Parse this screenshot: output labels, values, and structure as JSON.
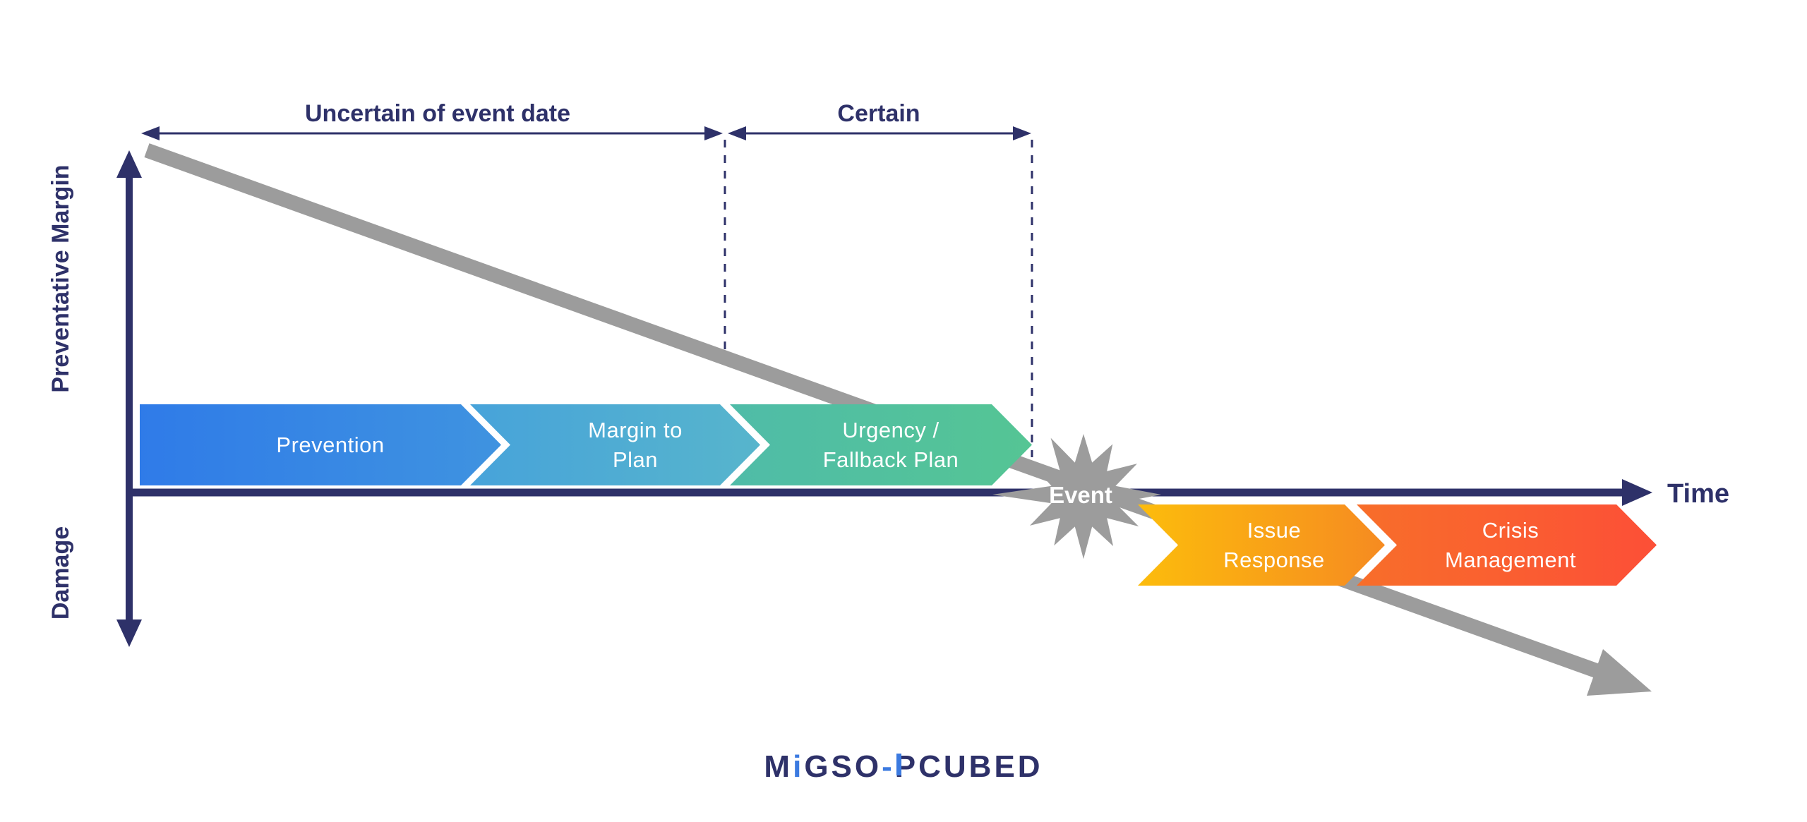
{
  "colors": {
    "navy": "#2E3169",
    "blue_accent": "#3B7AE0",
    "gray": "#9C9C9C",
    "white": "#FFFFFF"
  },
  "axes": {
    "y_axis_top_label": "Preventative Margin",
    "y_axis_bottom_label": "Damage",
    "x_axis_label": "Time"
  },
  "spans": {
    "uncertain_label": "Uncertain of event date",
    "certain_label": "Certain"
  },
  "event": {
    "label": "Event"
  },
  "pre_event_stages": [
    {
      "label": "Prevention",
      "lines": [
        "Prevention",
        ""
      ],
      "color_start": "#2F7BE8",
      "color_end": "#3F93E0"
    },
    {
      "label": "Margin to Plan",
      "lines": [
        "Margin to",
        "Plan"
      ],
      "color_start": "#47A3DA",
      "color_end": "#57B5CC"
    },
    {
      "label": "Urgency / Fallback Plan",
      "lines": [
        "Urgency /",
        "Fallback Plan"
      ],
      "color_start": "#4FBCA8",
      "color_end": "#55C594"
    }
  ],
  "post_event_stages": [
    {
      "label": "Issue Response",
      "lines": [
        "Issue",
        "Response"
      ],
      "color_start": "#FCBC0C",
      "color_end": "#F68B21"
    },
    {
      "label": "Crisis Management",
      "lines": [
        "Crisis",
        "Management"
      ],
      "color_start": "#F86E2A",
      "color_end": "#FC4F37"
    }
  ],
  "footer": {
    "logo_m": "M",
    "logo_i": "i",
    "logo_gso": "GSO",
    "logo_hyphen": "-",
    "logo_p": "P",
    "logo_cubed": "CUBED"
  }
}
